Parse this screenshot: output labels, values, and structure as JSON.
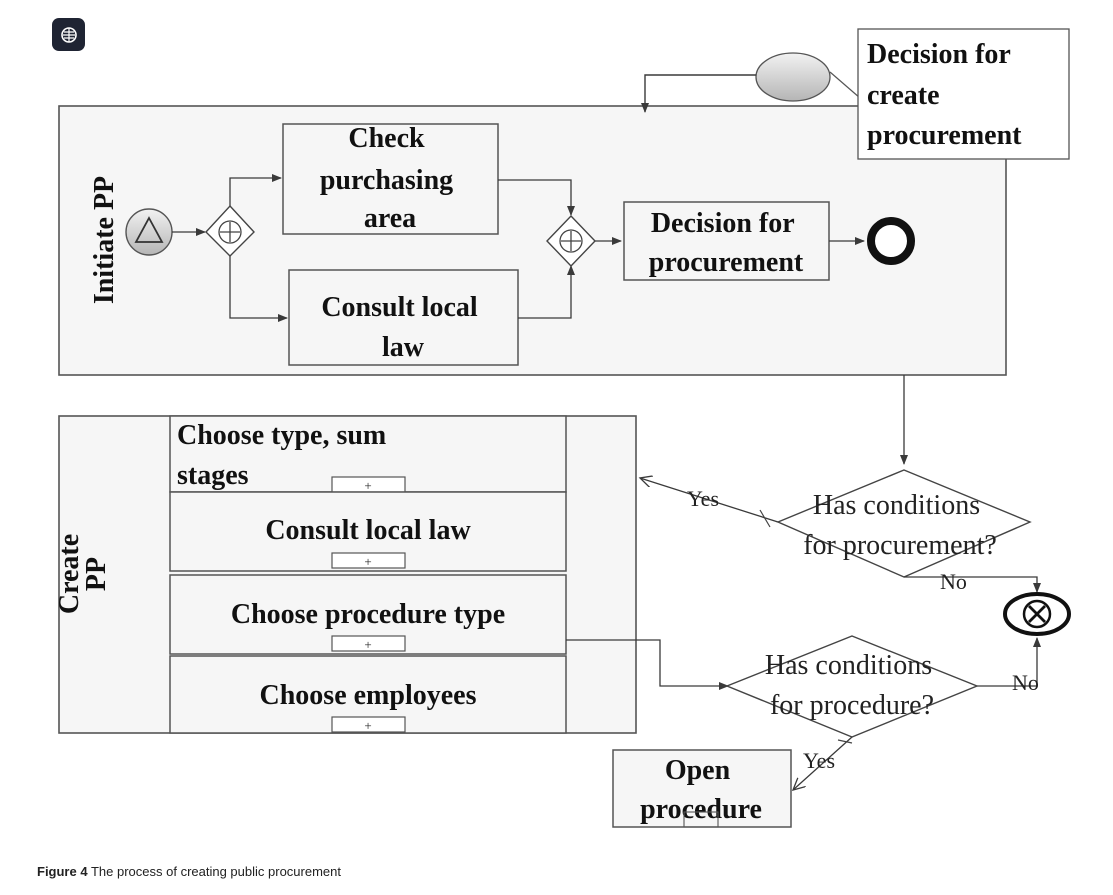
{
  "app": {
    "icon": "brain-icon"
  },
  "diagram": {
    "pool_initiate": {
      "label": "Initiate PP"
    },
    "pool_create": {
      "label_line1": "Create",
      "label_line2": "PP"
    },
    "tasks": {
      "check_purchasing": [
        "Check",
        "purchasing",
        "area"
      ],
      "consult_local_law_top": [
        "Consult local",
        "law"
      ],
      "decision_procurement": [
        "Decision for",
        "procurement"
      ],
      "open_procedure": [
        "Open",
        "procedure"
      ]
    },
    "annotation": [
      "Decision for",
      "create",
      "procurement"
    ],
    "subprocesses": [
      {
        "lines": [
          "Choose type, sum",
          "stages"
        ],
        "marker": "+"
      },
      {
        "lines": [
          "Consult local law"
        ],
        "marker": "+"
      },
      {
        "lines": [
          "Choose procedure type"
        ],
        "marker": "+"
      },
      {
        "lines": [
          "Choose employees"
        ],
        "marker": "+"
      }
    ],
    "gateways": {
      "conditions_procurement": [
        "Has conditions",
        "for procurement?"
      ],
      "conditions_procedure": [
        "Has conditions",
        "for procedure?"
      ]
    },
    "flow_labels": {
      "yes_top": "Yes",
      "no_top": "No",
      "no_right": "No",
      "yes_bottom": "Yes"
    }
  },
  "caption": {
    "label": "Figure 4",
    "text": "The process of creating public procurement"
  }
}
